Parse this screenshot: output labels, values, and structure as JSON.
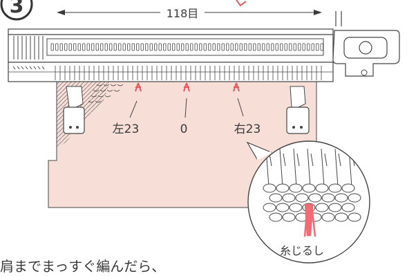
{
  "step": {
    "number": "3"
  },
  "width_label": {
    "text": "118目"
  },
  "needle_labels": {
    "left": "左23",
    "center": "0",
    "right": "右23"
  },
  "callout": {
    "label": "糸じるし"
  },
  "caption": {
    "text": "肩までまっすぐ編んだら、"
  },
  "colors": {
    "fabric": "#f7dfd8",
    "thread_marker": "#e8555a",
    "callout_thread": "#f06b73",
    "line": "#3a3a3a",
    "step_circle": "#333333"
  }
}
